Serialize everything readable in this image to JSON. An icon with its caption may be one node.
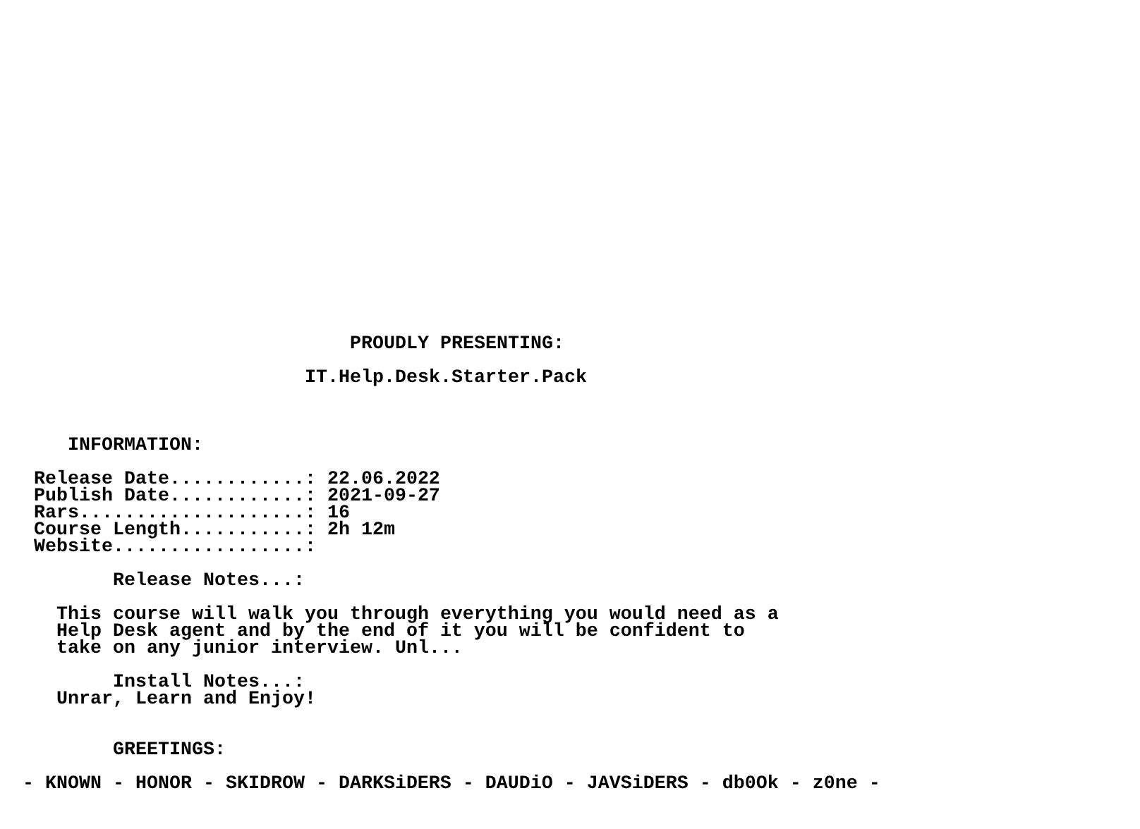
{
  "diagram": {
    "labels": [
      "PROUDLY PRESENTING:",
      "IT.Help.Desk.Starter.Pack",
      "INFORMATION:",
      "Release Date............: 22.06.2022",
      "Publish Date............: 2021-09-27",
      "Rars....................: 16",
      "Course Length...........: 2h 12m",
      "Website.................:",
      "Release Notes...:",
      "This course will walk you through everything you would need as a Help Desk agent and by the end of it you will be confident to take on any junior interview. Unl...",
      "Install Notes...:",
      "Unrar, Learn and Enjoy!",
      "GREETINGS:",
      "- KNOWN - HONOR - SKIDROW - DARKSiDERS - DAUDiO - JAVSiDERS - db0Ok - z0ne -"
    ]
  }
}
